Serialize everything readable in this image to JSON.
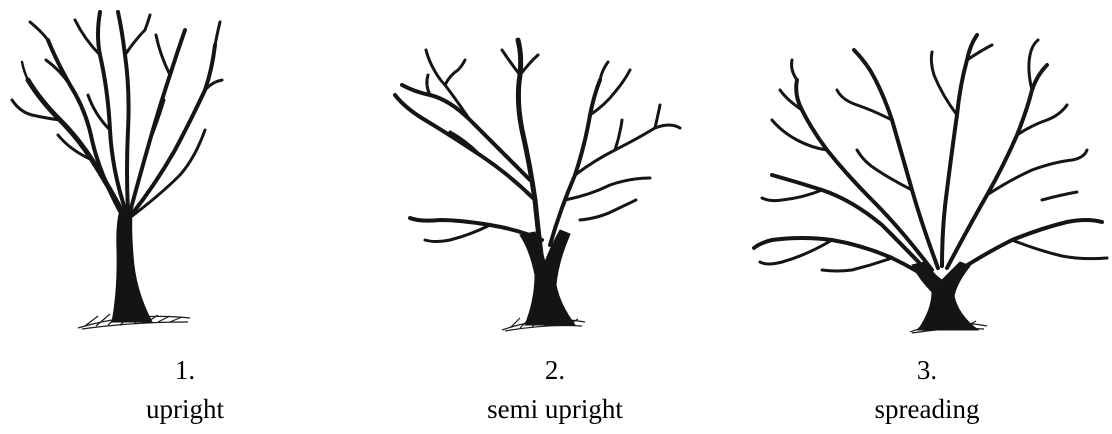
{
  "forms": [
    {
      "number": "1.",
      "label": "upright",
      "icon": "upright-tree-icon"
    },
    {
      "number": "2.",
      "label": "semi upright",
      "icon": "semi-upright-tree-icon"
    },
    {
      "number": "3.",
      "label": "spreading",
      "icon": "spreading-tree-icon"
    }
  ]
}
